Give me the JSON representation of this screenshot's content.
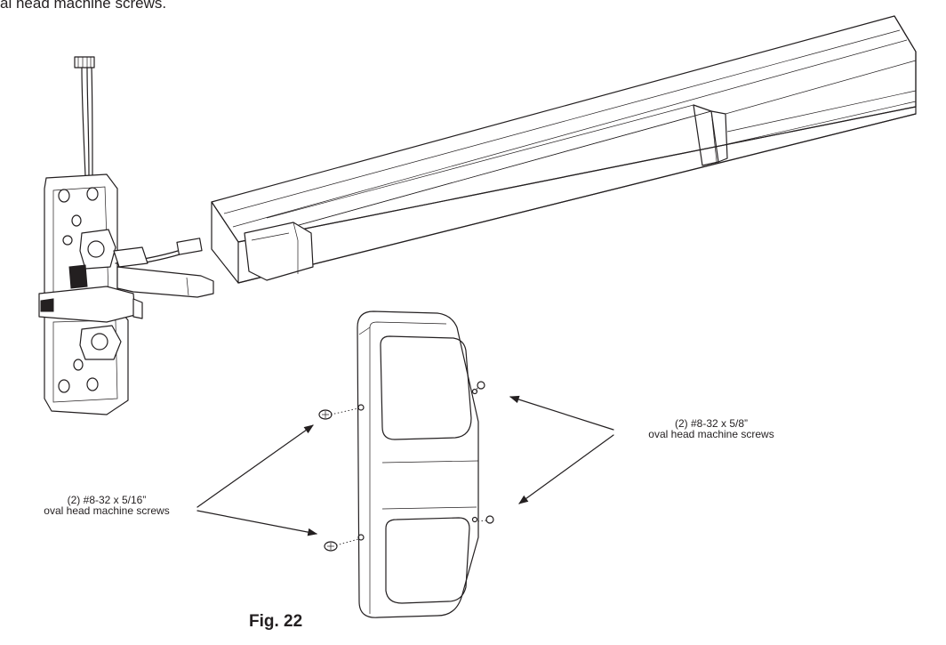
{
  "header": {
    "caption": "al head machine screws."
  },
  "callouts": {
    "right": {
      "line1": "(2) #8-32 x 5/8”",
      "line2": "oval head machine screws"
    },
    "left": {
      "line1": "(2) #8-32 x 5/16”",
      "line2": "oval head machine screws"
    }
  },
  "figure": {
    "label": "Fig. 22"
  }
}
